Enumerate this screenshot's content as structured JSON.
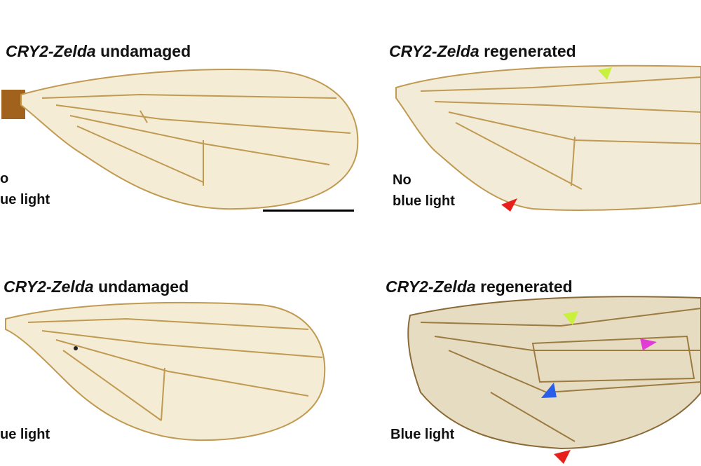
{
  "panels": [
    {
      "title_gene": "CRY2-Zelda",
      "title_state": "undamaged",
      "condition_line1": "o",
      "condition_line2": "ue light"
    },
    {
      "title_gene": "CRY2-Zelda",
      "title_state": "regenerated",
      "condition_line1": "No",
      "condition_line2": "blue light"
    },
    {
      "title_gene": "CRY2-Zelda",
      "title_state": "undamaged",
      "condition_line1": "",
      "condition_line2": "ue light"
    },
    {
      "title_gene": "CRY2-Zelda",
      "title_state": "regenerated",
      "condition_line1": "",
      "condition_line2": "Blue light"
    }
  ],
  "arrowhead_colors": {
    "yellow": "#c8f03c",
    "red": "#e8201c",
    "magenta": "#e23cd6",
    "blue": "#2a5ee8"
  },
  "wing_colors": {
    "fill": "#f4ecd4",
    "vein": "#c09a52",
    "damaged_fill": "#e6dcc2"
  }
}
